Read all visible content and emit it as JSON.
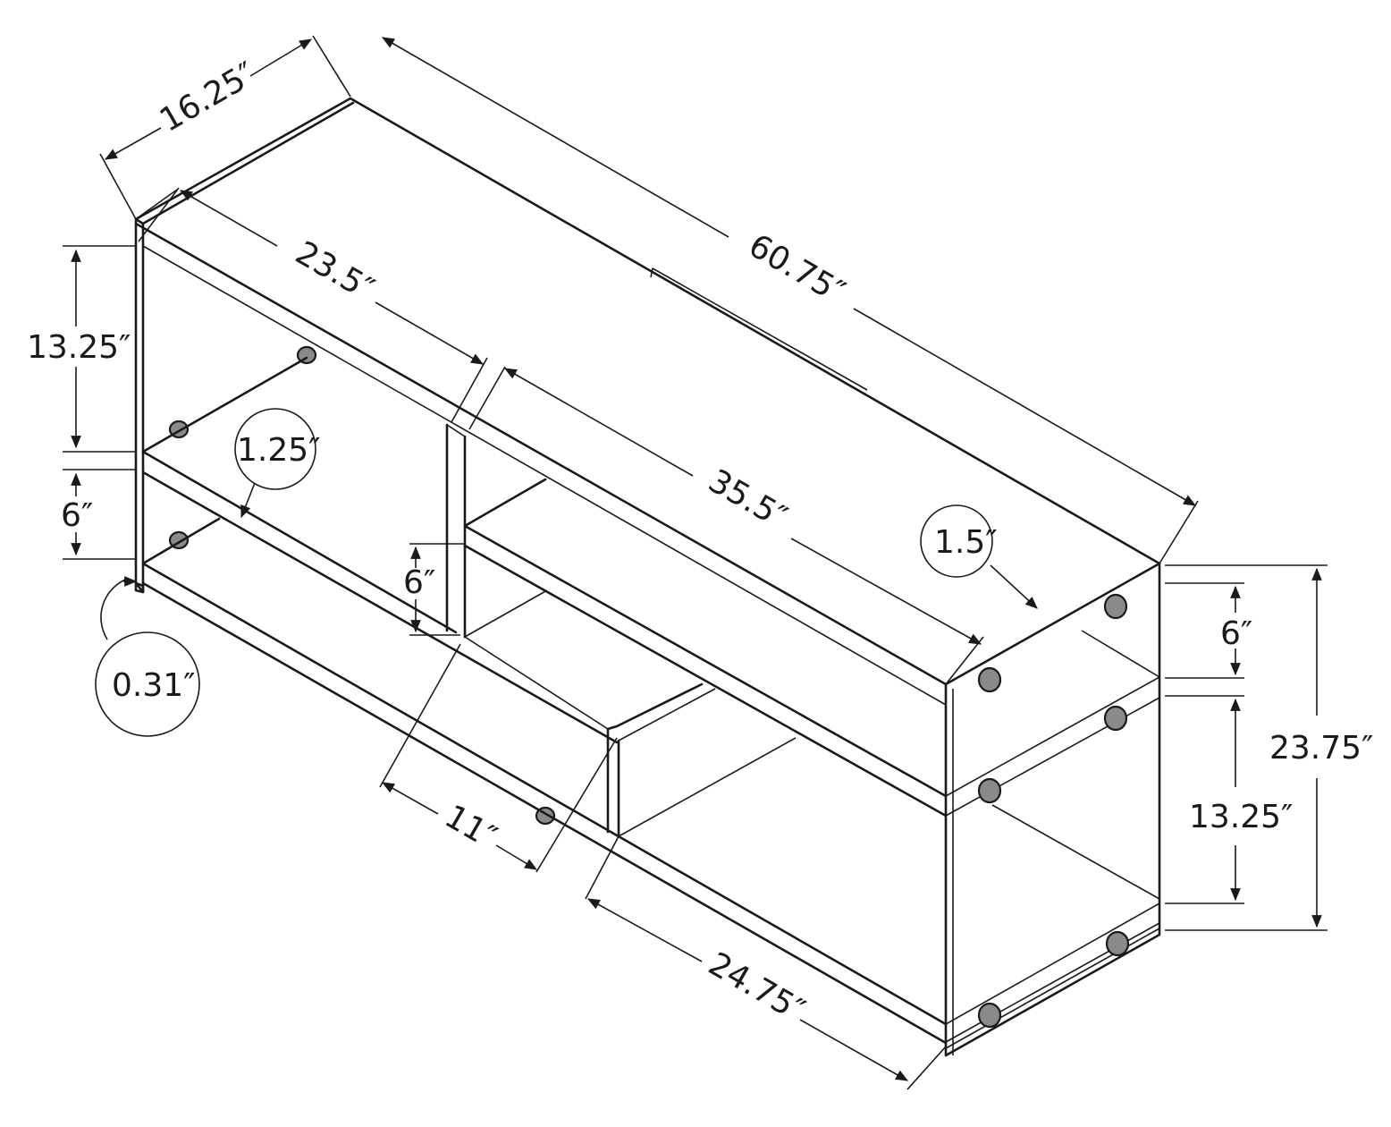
{
  "drawing": {
    "dimensions": {
      "depth": "16.25″",
      "overall_width": "60.75″",
      "left_opening_width": "23.5″",
      "right_opening_width": "35.5″",
      "left_upper_height": "13.25″",
      "left_lower_height": "6″",
      "shelf_thickness": "1.25″",
      "center_shelf_height": "6″",
      "glass_thickness": "0.31″",
      "center_module_depth": "11″",
      "bottom_opening_width": "24.75″",
      "top_thickness": "1.5″",
      "right_upper_height": "6″",
      "right_lower_height": "13.25″",
      "overall_height": "23.75″"
    }
  }
}
